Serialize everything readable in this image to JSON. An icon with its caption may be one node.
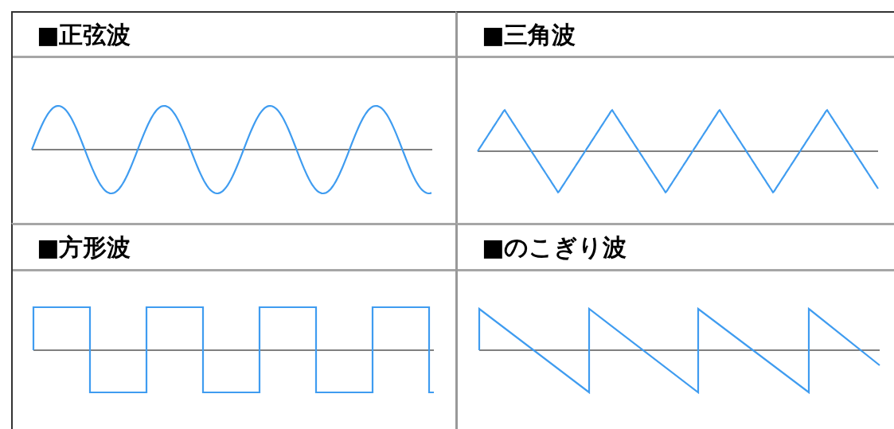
{
  "diagram": {
    "nodes": [
      {
        "text": [
          "■正弦波"
        ]
      },
      {
        "text": [
          "■三角波"
        ]
      },
      {
        "text": [
          "■方形波"
        ]
      },
      {
        "text": [
          "■のこぎり波"
        ]
      }
    ]
  }
}
